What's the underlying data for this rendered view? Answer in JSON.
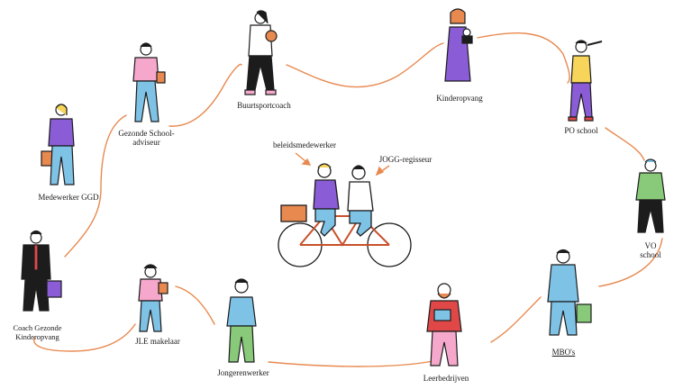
{
  "labels": {
    "buurtsportcoach": "Buurtsportcoach",
    "kinderopvang": "Kinderopvang",
    "po_school": "PO school",
    "vo_school": "VO\nschool",
    "mbos": "MBO's",
    "leerbedrijven": "Leerbedrijven",
    "jongerenwerker": "Jongerenwerker",
    "jle_makelaar": "JLE makelaar",
    "coach_gezonde_kinderopvang": "Coach Gezonde\nKinderopvang",
    "medewerker_ggd": "Medewerker GGD",
    "gezonde_school_adviseur": "Gezonde School-\nadviseur",
    "beleidsmedewerker": "beleidsmedewerker",
    "jogg_regisseur": "JOGG-regisseur"
  },
  "colors": {
    "path": "#e8894f",
    "outline": "#1c1c1c",
    "pink": "#f5a8cc",
    "light_blue": "#7ec2e6",
    "purple": "#8a5cd6",
    "orange": "#e8894f",
    "green": "#88c97a",
    "red": "#e04848",
    "yellow": "#f7d45a",
    "bike_red": "#c8502a"
  }
}
